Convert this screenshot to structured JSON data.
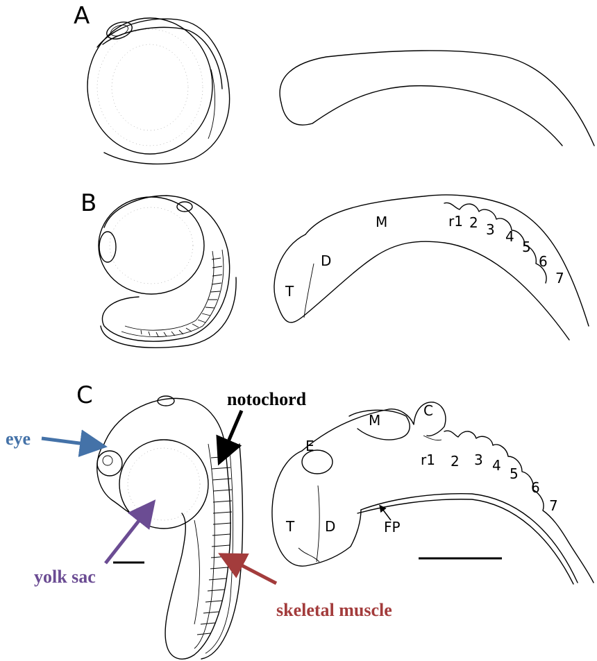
{
  "panels": [
    {
      "label": "A"
    },
    {
      "label": "B"
    },
    {
      "label": "C"
    }
  ],
  "panel_b_regions": {
    "t": "T",
    "d": "D",
    "m": "M",
    "r1": "r1",
    "r2": "2",
    "r3": "3",
    "r4": "4",
    "r5": "5",
    "r6": "6",
    "r7": "7"
  },
  "panel_c_regions": {
    "t": "T",
    "d": "D",
    "e": "E",
    "m": "M",
    "c": "C",
    "r1": "r1",
    "r2": "2",
    "r3": "3",
    "r4": "4",
    "r5": "5",
    "r6": "6",
    "r7": "7",
    "fp": "FP"
  },
  "annotations": {
    "eye": {
      "text": "eye",
      "color": "#4472a8"
    },
    "notochord": {
      "text": "notochord",
      "color": "#000000"
    },
    "yolk_sac": {
      "text": "yolk sac",
      "color": "#6b4c93"
    },
    "skeletal_muscle": {
      "text": "skeletal muscle",
      "color": "#a33c3c"
    }
  }
}
